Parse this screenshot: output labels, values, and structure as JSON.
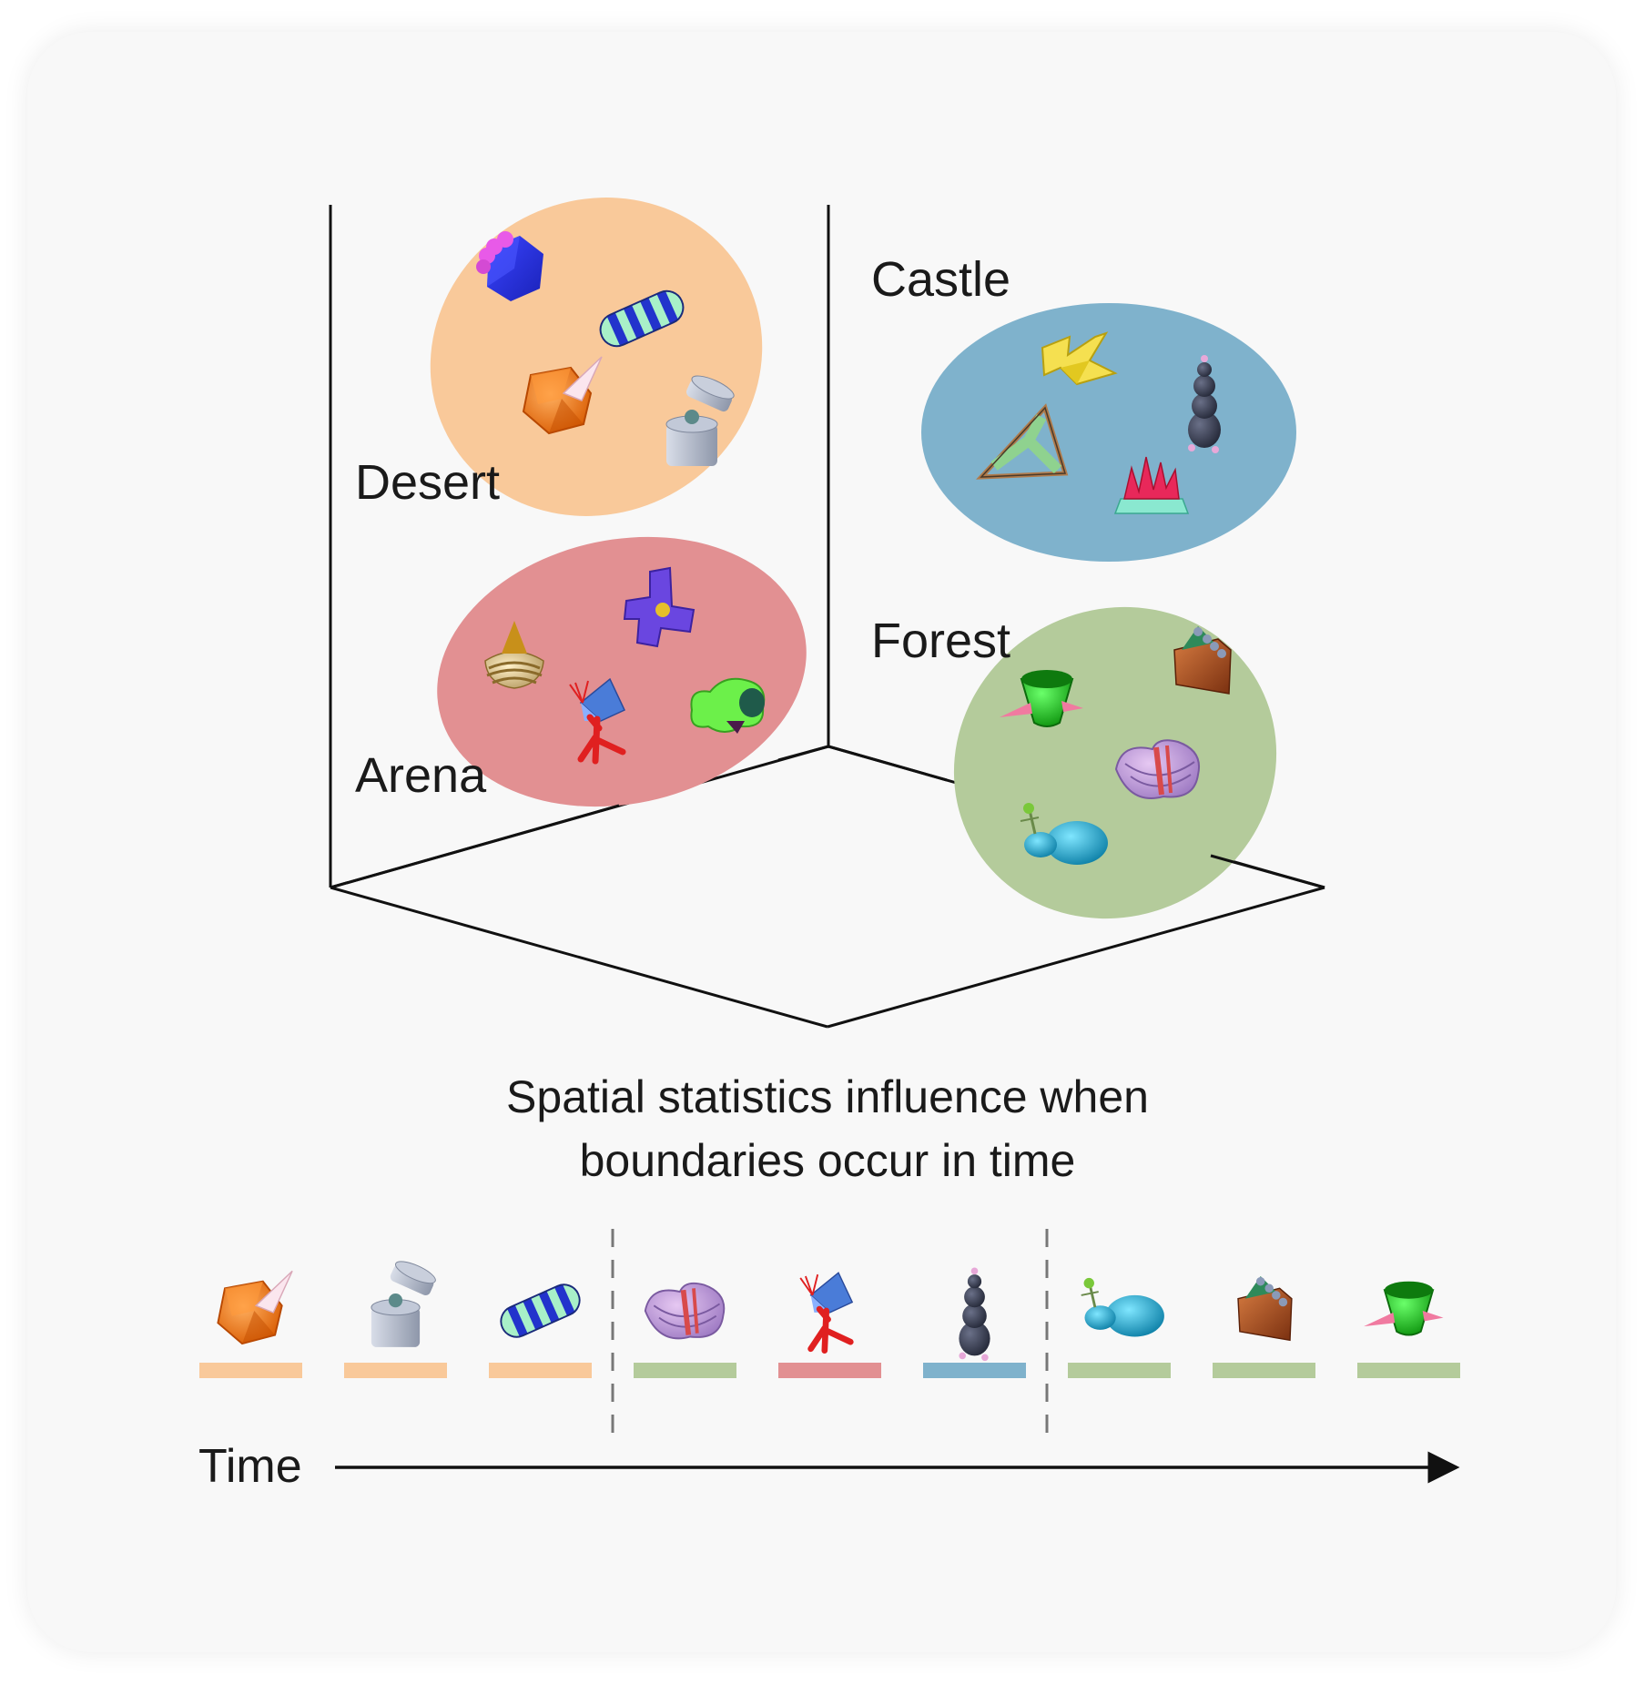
{
  "regions": [
    {
      "key": "desert",
      "label": "Desert",
      "color": "#f9c99a"
    },
    {
      "key": "castle",
      "label": "Castle",
      "color": "#7fb2cc"
    },
    {
      "key": "arena",
      "label": "Arena",
      "color": "#e29092"
    },
    {
      "key": "forest",
      "label": "Forest",
      "color": "#b4cb9b"
    }
  ],
  "caption": {
    "line1": "Spatial statistics influence when",
    "line2": "boundaries occur in time"
  },
  "timeline": {
    "axis_label": "Time",
    "sequence": [
      {
        "object": "orange-gem-object",
        "region": "desert",
        "color": "#f9c99a"
      },
      {
        "object": "grey-box-object",
        "region": "desert",
        "color": "#f9c99a"
      },
      {
        "object": "striped-pod-object",
        "region": "desert",
        "color": "#f9c99a"
      },
      {
        "object": "purple-shell-object",
        "region": "forest",
        "color": "#b4cb9b"
      },
      {
        "object": "red-blue-spike-object",
        "region": "arena",
        "color": "#e29092"
      },
      {
        "object": "dark-stack-object",
        "region": "castle",
        "color": "#7fb2cc"
      },
      {
        "object": "cyan-blob-object",
        "region": "forest",
        "color": "#b4cb9b"
      },
      {
        "object": "brown-block-object",
        "region": "forest",
        "color": "#b4cb9b"
      },
      {
        "object": "green-cone-object",
        "region": "forest",
        "color": "#b4cb9b"
      }
    ],
    "boundaries_after_index": [
      2,
      5
    ]
  }
}
